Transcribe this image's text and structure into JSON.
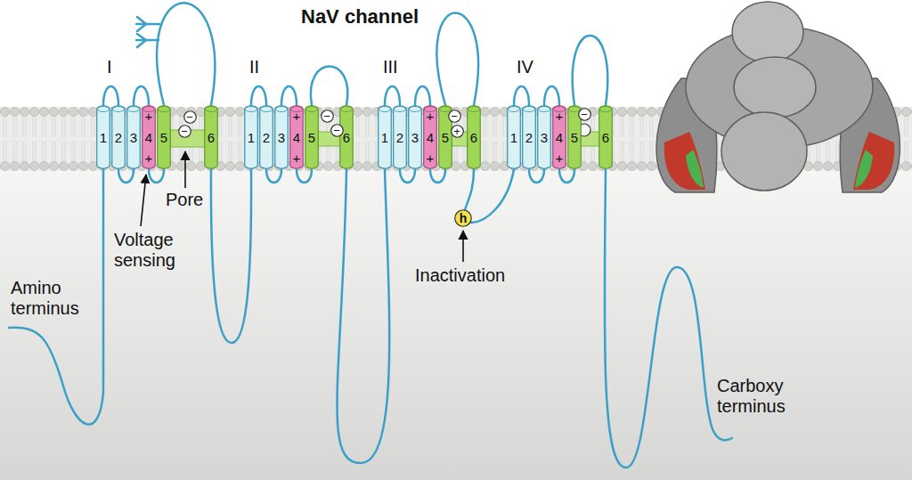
{
  "diagram": {
    "title": "NaV channel",
    "nodes": [
      {
        "text": [
          "1"
        ]
      },
      {
        "text": [
          "2"
        ]
      },
      {
        "text": [
          "3"
        ]
      },
      {
        "text": [
          "+",
          "4",
          "+"
        ]
      },
      {
        "text": [
          "5"
        ]
      },
      {
        "text": [
          "6"
        ]
      },
      {
        "text": [
          "−"
        ]
      },
      {
        "text": [
          "−"
        ]
      },
      {
        "text": [
          "1"
        ]
      },
      {
        "text": [
          "2"
        ]
      },
      {
        "text": [
          "3"
        ]
      },
      {
        "text": [
          "+",
          "4",
          "+"
        ]
      },
      {
        "text": [
          "5"
        ]
      },
      {
        "text": [
          "6"
        ]
      },
      {
        "text": [
          "−"
        ]
      },
      {
        "text": [
          "−"
        ]
      },
      {
        "text": [
          "1"
        ]
      },
      {
        "text": [
          "2"
        ]
      },
      {
        "text": [
          "3"
        ]
      },
      {
        "text": [
          "+",
          "4",
          "+"
        ]
      },
      {
        "text": [
          "5"
        ]
      },
      {
        "text": [
          "6"
        ]
      },
      {
        "text": [
          "−"
        ]
      },
      {
        "text": [
          "+"
        ]
      },
      {
        "text": [
          "h"
        ]
      },
      {
        "text": [
          "1"
        ]
      },
      {
        "text": [
          "2"
        ]
      },
      {
        "text": [
          "3"
        ]
      },
      {
        "text": [
          "+",
          "4",
          "+"
        ]
      },
      {
        "text": [
          "5"
        ]
      },
      {
        "text": [
          "6"
        ]
      },
      {
        "text": [
          "−"
        ]
      }
    ],
    "labels": [
      "I",
      "II",
      "III",
      "IV",
      "Pore",
      "Voltage sensing",
      "Amino terminus",
      "Inactivation",
      "Carboxy terminus"
    ]
  }
}
